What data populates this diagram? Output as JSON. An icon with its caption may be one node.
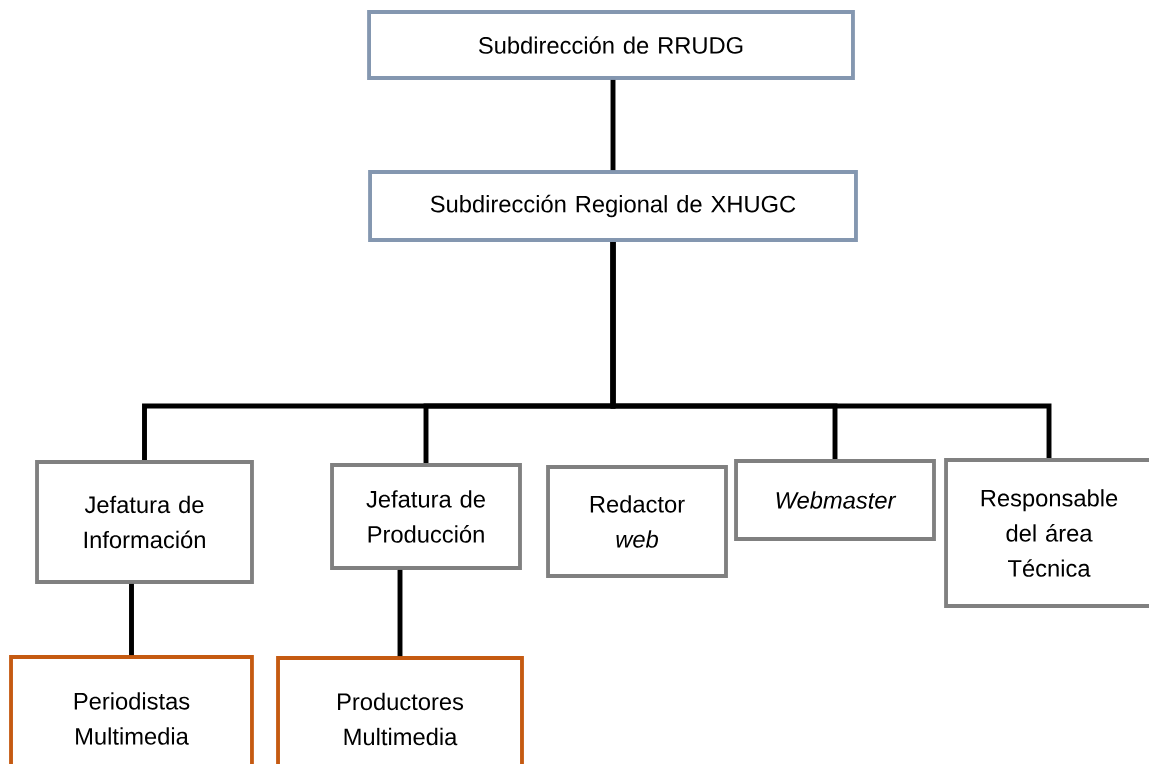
{
  "diagram": {
    "nodes": [
      {
        "text": [
          "Subdirección de RRUDG"
        ]
      },
      {
        "text": [
          "Subdirección Regional de XHUGC"
        ]
      },
      {
        "text": [
          "Jefatura de Información"
        ]
      },
      {
        "text": [
          "Jefatura de Producción"
        ]
      },
      {
        "text": [
          "Redactor *web*"
        ]
      },
      {
        "text": [
          "Webmaster"
        ]
      },
      {
        "text": [
          "Responsable del área Técnica"
        ]
      },
      {
        "text": [
          "Periodistas Multimedia"
        ]
      },
      {
        "text": [
          "Productores Multimedia"
        ]
      }
    ],
    "edges": [
      {
        "from": 0,
        "to": 1,
        "arrow": "none"
      },
      {
        "from": 1,
        "to": 2,
        "arrow": "none"
      },
      {
        "from": 1,
        "to": 3,
        "arrow": "none"
      },
      {
        "from": 1,
        "to": 5,
        "arrow": "none"
      },
      {
        "from": 1,
        "to": 6,
        "arrow": "none"
      },
      {
        "from": 2,
        "to": 7,
        "arrow": "none"
      },
      {
        "from": 3,
        "to": 8,
        "arrow": "none"
      }
    ]
  }
}
